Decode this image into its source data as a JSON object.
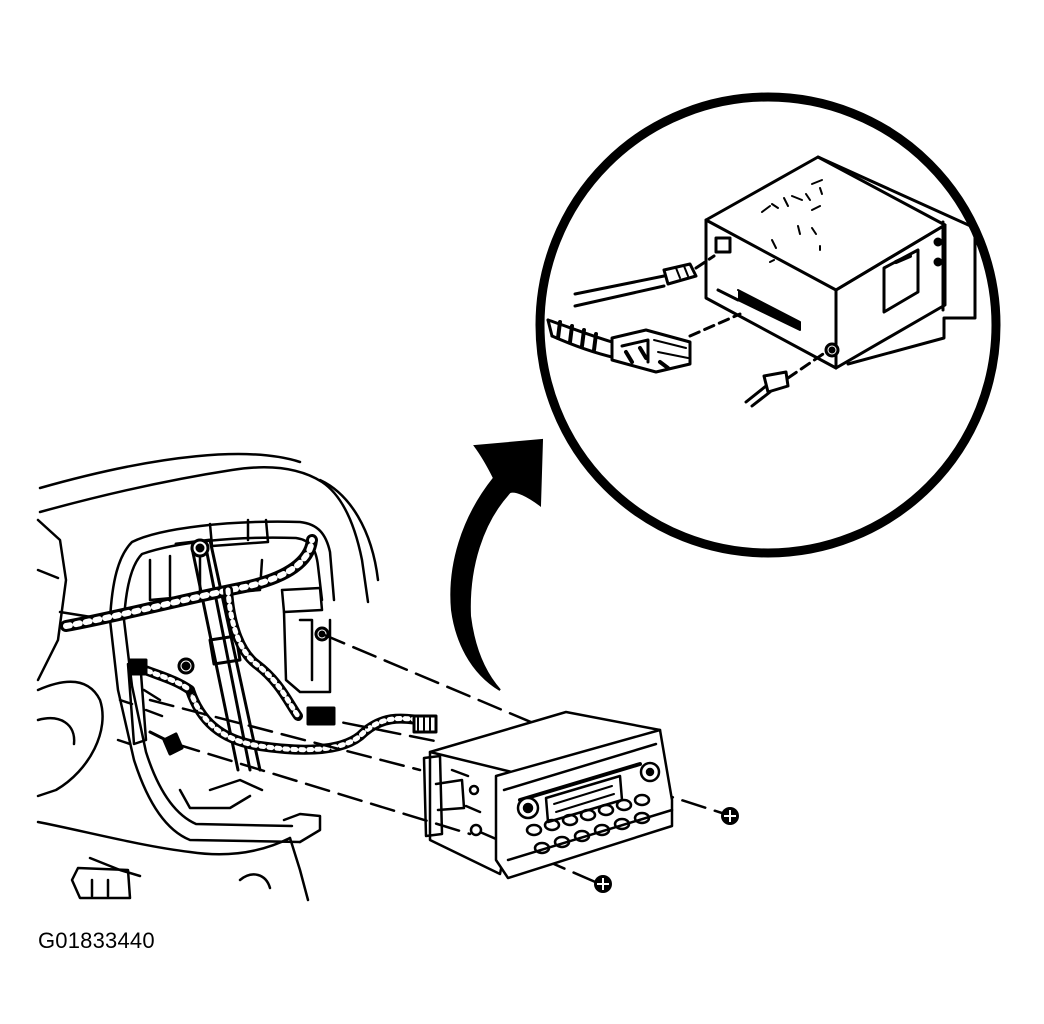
{
  "figure_id": "G01833440",
  "colors": {
    "ink": "#000000",
    "paper": "#ffffff"
  },
  "icons": {
    "detail_view": "magnified-detail-circle",
    "callout": "curved-arrow",
    "fasteners": "screw-icon"
  }
}
